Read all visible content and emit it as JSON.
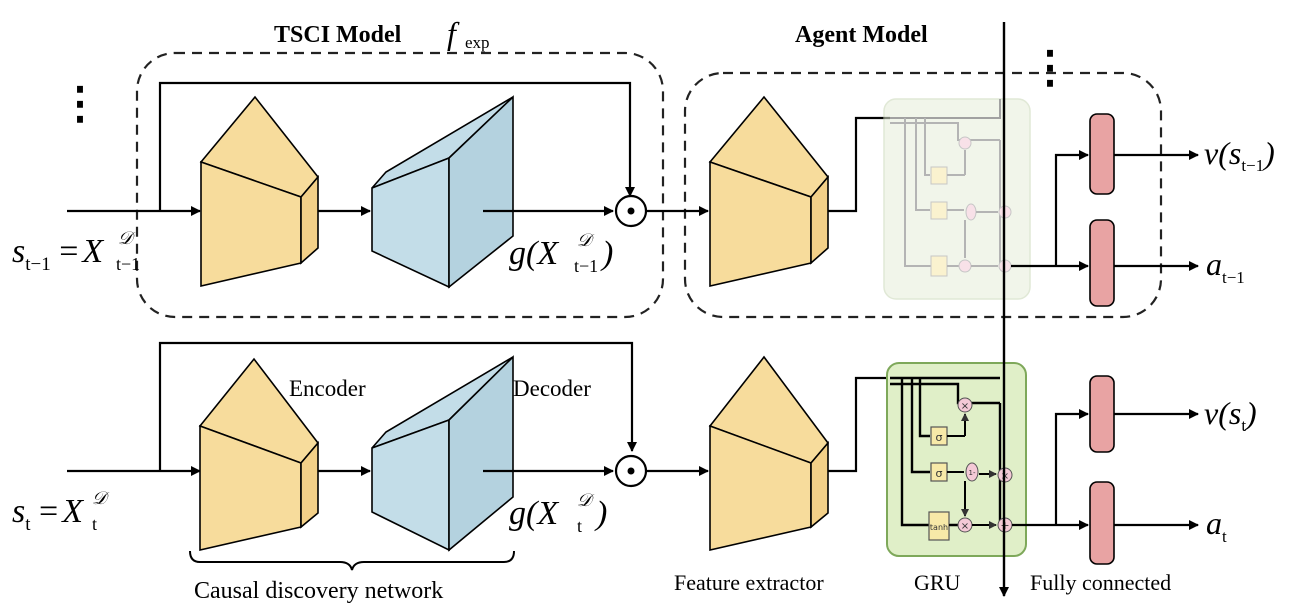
{
  "titles": {
    "tsci_model": "TSCI Model",
    "f_exp_base": "f",
    "f_exp_sub": "exp",
    "agent_model": "Agent Model"
  },
  "components": {
    "encoder": "Encoder",
    "decoder": "Decoder",
    "causal_discovery": "Causal discovery network",
    "feature_extractor": "Feature extractor",
    "gru": "GRU",
    "fully_connected": "Fully connected"
  },
  "symbols": {
    "hadamard": "⊙",
    "ellipsis": "⋮"
  },
  "top_row": {
    "input_s": "s",
    "input_s_sub": "t−1",
    "eq": " =",
    "input_X": "X",
    "input_X_sup": "𝒟",
    "input_X_sub": "t−1",
    "g_out": "g(X",
    "g_sup": "𝒟",
    "g_sub": "t−1",
    "g_close": ")",
    "value_out": "v(s",
    "value_sub": "t−1",
    "value_close": ")",
    "action_out": "a",
    "action_sub": "t−1"
  },
  "bottom_row": {
    "input_s": "s",
    "input_s_sub": "t",
    "eq": " =",
    "input_X": "X",
    "input_X_sup": "𝒟",
    "input_X_sub": "t",
    "g_out": "g(X",
    "g_sup": "𝒟",
    "g_sub": "t",
    "g_close": ")",
    "value_out": "v(s",
    "value_sub": "t",
    "value_close": ")",
    "action_out": "a",
    "action_sub": "t"
  },
  "gru_gates": {
    "sigma": "σ",
    "tanh": "tanh",
    "one_minus": "1-",
    "times": "×",
    "plus": "+"
  },
  "colors": {
    "encoder": "#f7dc9c",
    "decoder": "#c3dde8",
    "gru_active": "#e0efc8",
    "gru_border": "#7ea85a",
    "fc": "#e8a3a3",
    "gate_fill": "#f7e9a8",
    "op_fill": "#f4c9d6"
  }
}
